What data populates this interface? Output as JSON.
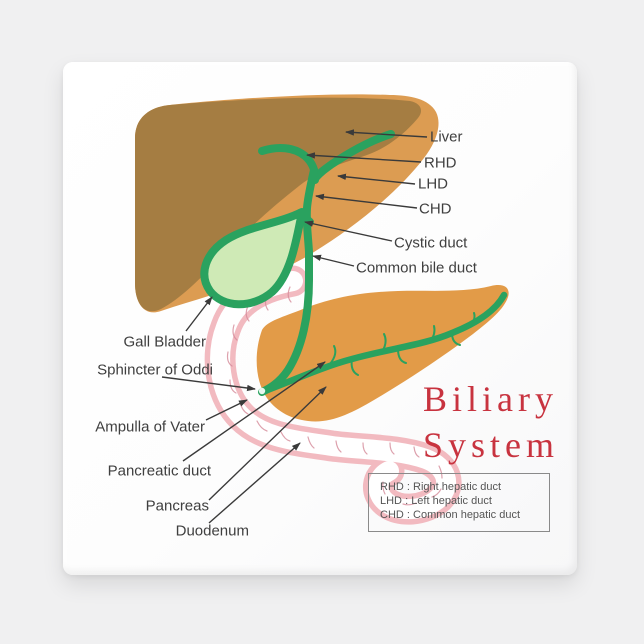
{
  "diagram": {
    "title_line1": "Biliary",
    "title_line2": "System",
    "labels": {
      "liver": "Liver",
      "rhd": "RHD",
      "lhd": "LHD",
      "chd": "CHD",
      "cystic_duct": "Cystic duct",
      "common_bile_duct": "Common bile duct",
      "gall_bladder": "Gall Bladder",
      "sphincter_of_oddi": "Sphincter of Oddi",
      "ampulla_of_vater": "Ampulla of Vater",
      "pancreatic_duct": "Pancreatic duct",
      "pancreas": "Pancreas",
      "duodenum": "Duodenum"
    },
    "legend": {
      "sep": " : ",
      "items": [
        {
          "abbr": "RHD",
          "desc": "Right hepatic duct"
        },
        {
          "abbr": "LHD",
          "desc": "Left hepatic duct"
        },
        {
          "abbr": "CHD",
          "desc": "Common hepatic duct"
        }
      ]
    },
    "colors": {
      "liver_dark": "#a57d42",
      "liver_light": "#dc9c52",
      "duct_green": "#2aa25f",
      "gallbladder_fill": "#cfeab6",
      "pancreas": "#e29b48",
      "duodenum_pink": "#f2bac0",
      "title_red": "#c8333f"
    }
  }
}
